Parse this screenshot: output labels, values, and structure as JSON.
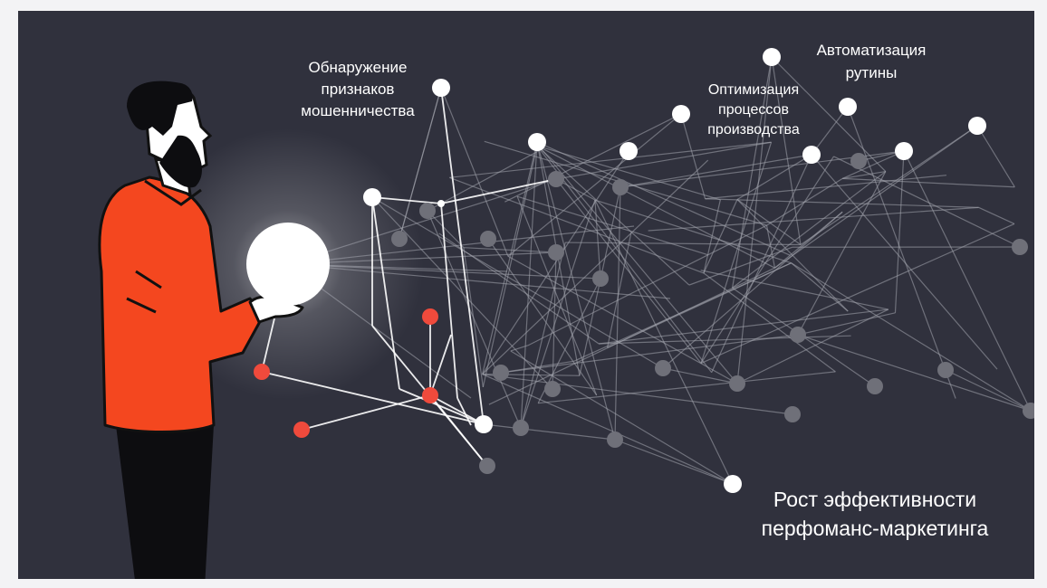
{
  "labels": {
    "fraud": [
      "Обнаружение",
      "признаков",
      "мошенничества"
    ],
    "production": [
      "Оптимизация",
      "процессов",
      "производства"
    ],
    "automation": [
      "Автоматизация",
      "рутины"
    ],
    "performance": [
      "Рост эффективности",
      "перфоманс-маркетинга"
    ]
  },
  "colors": {
    "background": "#30313d",
    "frame": "#f3f3f5",
    "accent": "#ef4a3c",
    "shirt": "#f4471f",
    "node_white": "#ffffff",
    "node_gray": "#6f7079",
    "line": "#a4a5ae"
  },
  "illustration": {
    "subject": "man-holding-glowing-sphere",
    "icon": "network-graph-icon"
  }
}
